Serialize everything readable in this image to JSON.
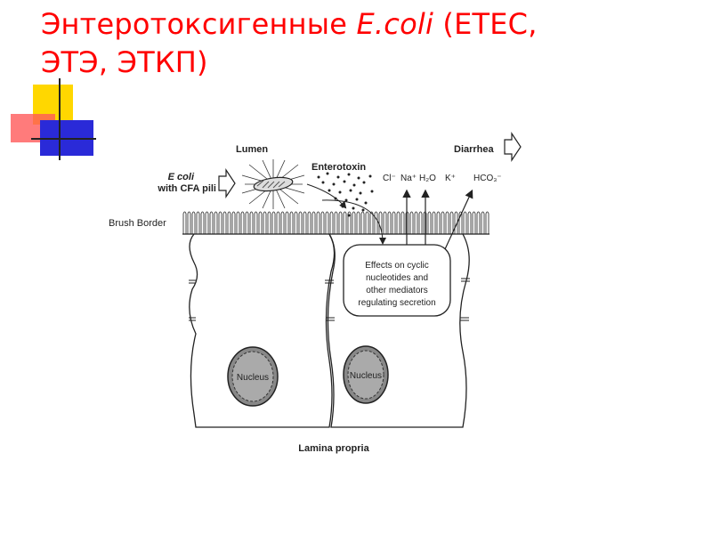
{
  "slide": {
    "title_part1": "Энтеротоксигенные ",
    "title_italic": "E.coli",
    "title_part2": " (ETEC,",
    "title_line2": "ЭТЭ, ЭТКП)",
    "accent_color": "#ff0000"
  },
  "diagram": {
    "lumen_label": "Lumen",
    "diarrhea_label": "Diarrhea",
    "ecoli_label_1": "E coli",
    "ecoli_label_2": "with CFA pili",
    "enterotoxin_label": "Enterotoxin",
    "ions": {
      "cl": "Cl⁻",
      "na": "Na⁺",
      "h2o": "H₂O",
      "k": "K⁺",
      "hco3": "HCO₃⁻"
    },
    "brush_border_label": "Brush Border",
    "effects_lines": [
      "Effects on cyclic",
      "nucleotides and",
      "other mediators",
      "regulating secretion"
    ],
    "nucleus_label": "Nucleus",
    "nucleus_label_2": "Nucleus",
    "lamina_label": "Lamina propria"
  }
}
